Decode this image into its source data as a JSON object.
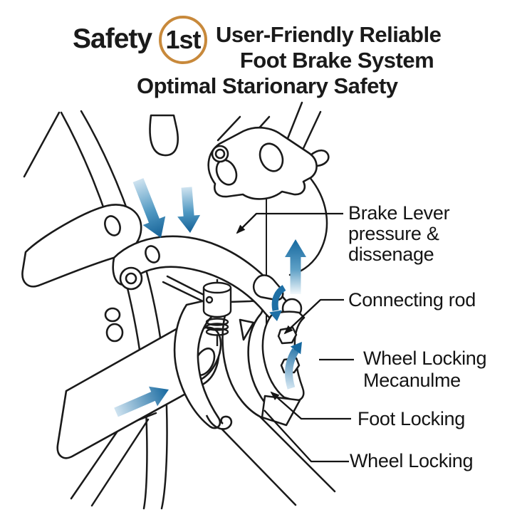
{
  "header": {
    "brand": "Safety",
    "brand_badge": "1st",
    "title_line1": "User-Friendly Reliable",
    "title_line2": "Foot Brake System",
    "title_line3": "Optimal Starionary Safety"
  },
  "labels": {
    "brake_lever": {
      "line1": "Brake Lever",
      "line2": "pressure &",
      "line3": "dissenage"
    },
    "connecting_rod": "Connecting rod",
    "wheel_locking_mechanism": {
      "line1": "Wheel Locking",
      "line2": "Mecanulme"
    },
    "foot_locking": "Foot Locking",
    "wheel_locking": "Wheel Locking"
  },
  "colors": {
    "badge_ring": "#c8893b",
    "line_ink": "#1a1a1a",
    "arrow_blue_dark": "#15689f",
    "arrow_blue_light": "#cfe3f0"
  }
}
